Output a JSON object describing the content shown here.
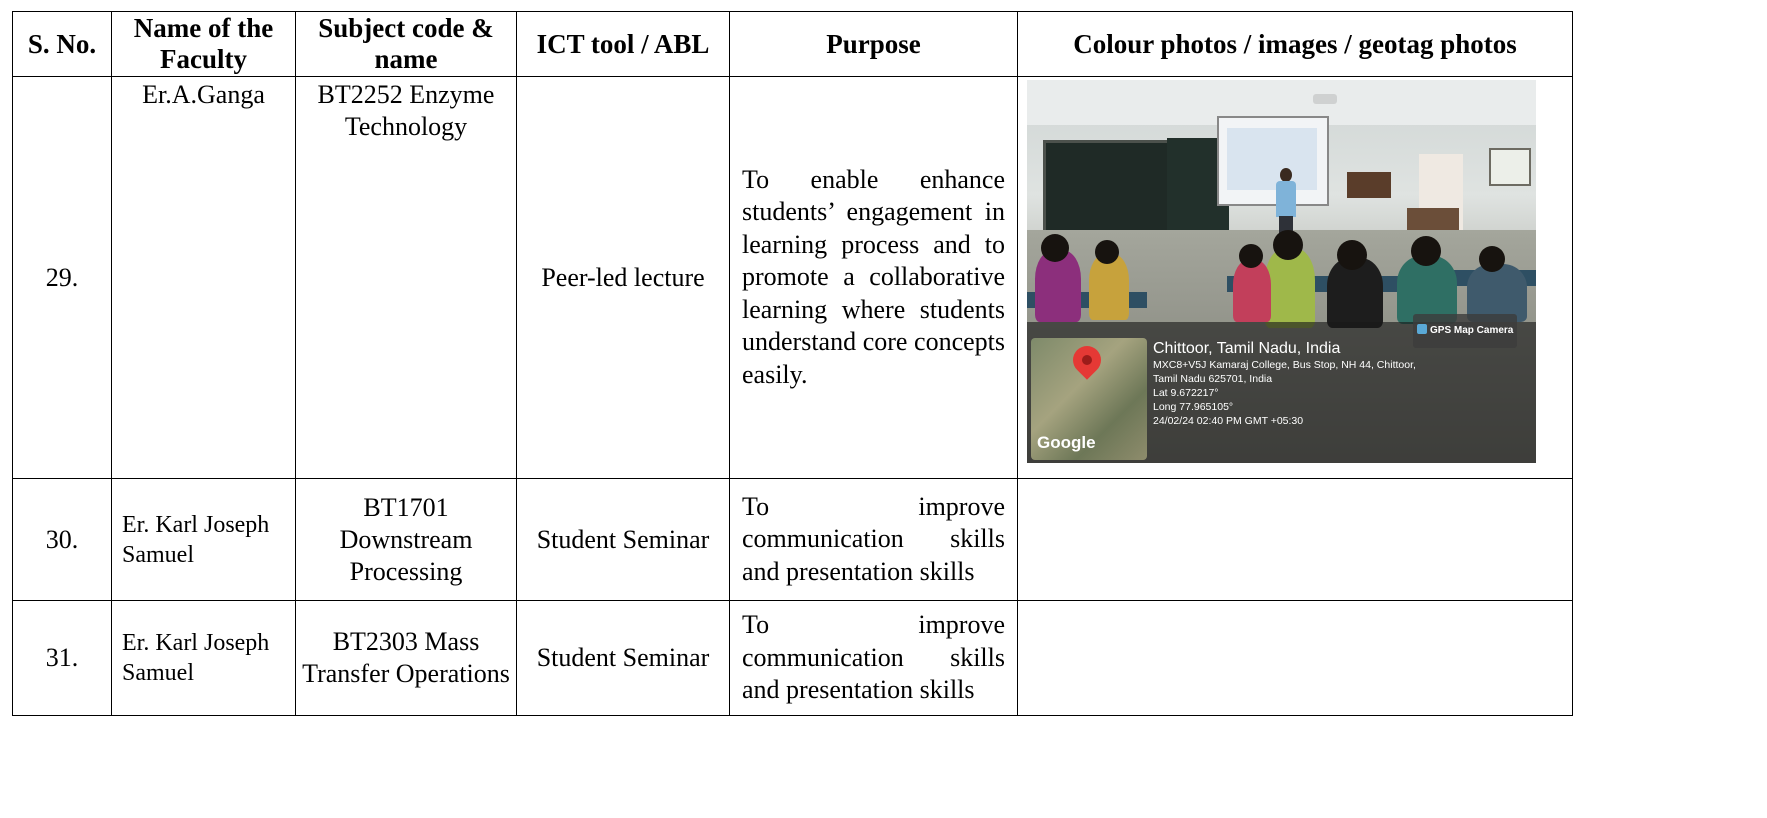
{
  "headers": {
    "sno": "S. No.",
    "faculty": "Name of the Faculty",
    "subject": "Subject code & name",
    "ict": "ICT tool / ABL",
    "purpose": "Purpose",
    "photos": "Colour photos / images / geotag photos"
  },
  "rows": [
    {
      "sno": "29.",
      "faculty": "Er.A.Ganga",
      "subject": "BT2252 Enzyme Technology",
      "ict": "Peer-led lecture",
      "purpose": "To enable enhance students’ engagement in learning process and to promote a collaborative learning where students understand core concepts easily.",
      "photo": {
        "badge": "GPS Map Camera",
        "location_title": "Chittoor, Tamil Nadu, India",
        "address_line1": "MXC8+V5J Kamaraj College, Bus Stop, NH 44, Chittoor,",
        "address_line2": "Tamil Nadu 625701, India",
        "lat": "Lat 9.672217°",
        "long": "Long 77.965105°",
        "timestamp": "24/02/24 02:40 PM GMT +05:30",
        "map_brand": "Google"
      }
    },
    {
      "sno": "30.",
      "faculty": "Er. Karl Joseph Samuel",
      "subject": "BT1701 Downstream Processing",
      "ict": "Student Seminar",
      "purpose": "To improve communication skills and presentation skills"
    },
    {
      "sno": "31.",
      "faculty": "Er. Karl Joseph Samuel",
      "subject": "BT2303 Mass Transfer Operations",
      "ict": "Student Seminar",
      "purpose": "To improve communication skills and presentation skills"
    }
  ]
}
